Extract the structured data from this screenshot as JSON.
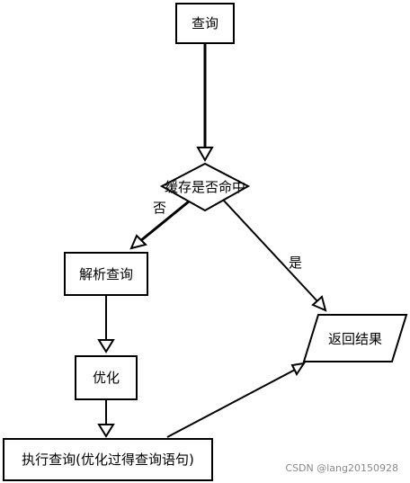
{
  "nodes": {
    "query": "查询",
    "cache_check": "缓存是否命中",
    "parse_query": "解析查询",
    "optimize": "优化",
    "execute_query": "执行查询(优化过得查询语句)",
    "return_result": "返回结果"
  },
  "edges": {
    "no_label": "否",
    "yes_label": "是"
  },
  "watermark": "CSDN @lang20150928"
}
